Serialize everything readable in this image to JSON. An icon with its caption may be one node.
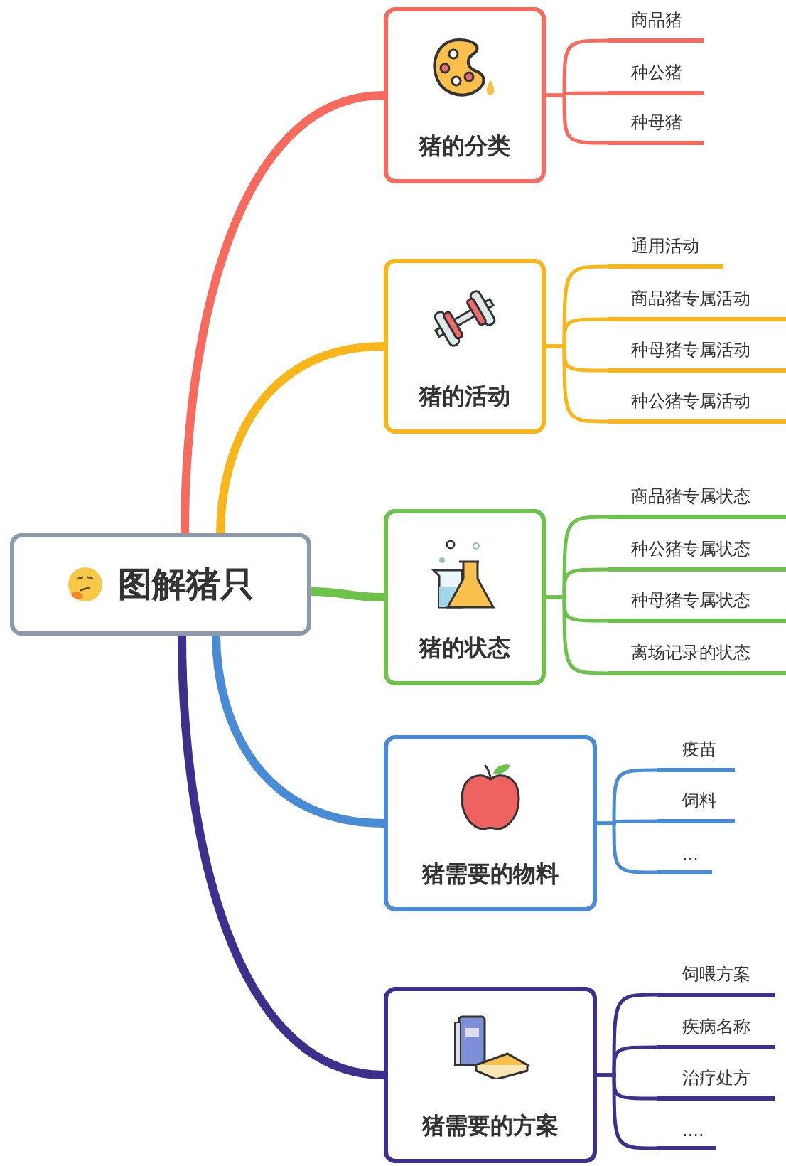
{
  "diagram": {
    "nodes": [
      {
        "text": [
          "图解猪只"
        ]
      },
      {
        "text": [
          "猪的分类"
        ]
      },
      {
        "text": [
          "商品猪"
        ]
      },
      {
        "text": [
          "种公猪"
        ]
      },
      {
        "text": [
          "种母猪"
        ]
      },
      {
        "text": [
          "猪的活动"
        ]
      },
      {
        "text": [
          "通用活动"
        ]
      },
      {
        "text": [
          "商品猪专属活动"
        ]
      },
      {
        "text": [
          "种母猪专属活动"
        ]
      },
      {
        "text": [
          "种公猪专属活动"
        ]
      },
      {
        "text": [
          "猪的状态"
        ]
      },
      {
        "text": [
          "商品猪专属状态"
        ]
      },
      {
        "text": [
          "种公猪专属状态"
        ]
      },
      {
        "text": [
          "种母猪专属状态"
        ]
      },
      {
        "text": [
          "离场记录的状态"
        ]
      },
      {
        "text": [
          "猪需要的物料"
        ]
      },
      {
        "text": [
          "疫苗"
        ]
      },
      {
        "text": [
          "饲料"
        ]
      },
      {
        "text": [
          "..."
        ]
      },
      {
        "text": [
          "猪需要的方案"
        ]
      },
      {
        "text": [
          "饲喂方案"
        ]
      },
      {
        "text": [
          "疾病名称"
        ]
      },
      {
        "text": [
          "治疗处方"
        ]
      },
      {
        "text": [
          "...."
        ]
      }
    ],
    "edges": [
      {
        "from": 0,
        "to": 1,
        "arrow": "none",
        "style": "thick",
        "color": "#f76b5e"
      },
      {
        "from": 1,
        "to": 2,
        "arrow": "none",
        "color": "#f76b5e"
      },
      {
        "from": 1,
        "to": 3,
        "arrow": "none",
        "color": "#f76b5e"
      },
      {
        "from": 1,
        "to": 4,
        "arrow": "none",
        "color": "#f76b5e"
      },
      {
        "from": 0,
        "to": 5,
        "arrow": "none",
        "style": "thick",
        "color": "#f9b61a"
      },
      {
        "from": 5,
        "to": 6,
        "arrow": "none",
        "color": "#f9b61a"
      },
      {
        "from": 5,
        "to": 7,
        "arrow": "none",
        "color": "#f9b61a"
      },
      {
        "from": 5,
        "to": 8,
        "arrow": "none",
        "color": "#f9b61a"
      },
      {
        "from": 5,
        "to": 9,
        "arrow": "none",
        "color": "#f9b61a"
      },
      {
        "from": 0,
        "to": 10,
        "arrow": "none",
        "style": "thick",
        "color": "#6cc24a"
      },
      {
        "from": 10,
        "to": 11,
        "arrow": "none",
        "color": "#6cc24a"
      },
      {
        "from": 10,
        "to": 12,
        "arrow": "none",
        "color": "#6cc24a"
      },
      {
        "from": 10,
        "to": 13,
        "arrow": "none",
        "color": "#6cc24a"
      },
      {
        "from": 10,
        "to": 14,
        "arrow": "none",
        "color": "#6cc24a"
      },
      {
        "from": 0,
        "to": 15,
        "arrow": "none",
        "style": "thick",
        "color": "#4a8bd6"
      },
      {
        "from": 15,
        "to": 16,
        "arrow": "none",
        "color": "#4a8bd6"
      },
      {
        "from": 15,
        "to": 17,
        "arrow": "none",
        "color": "#4a8bd6"
      },
      {
        "from": 15,
        "to": 18,
        "arrow": "none",
        "color": "#4a8bd6"
      },
      {
        "from": 0,
        "to": 19,
        "arrow": "none",
        "style": "thick",
        "color": "#3e2f8c"
      },
      {
        "from": 19,
        "to": 20,
        "arrow": "none",
        "color": "#3e2f8c"
      },
      {
        "from": 19,
        "to": 21,
        "arrow": "none",
        "color": "#3e2f8c"
      },
      {
        "from": 19,
        "to": 22,
        "arrow": "none",
        "color": "#3e2f8c"
      },
      {
        "from": 19,
        "to": 23,
        "arrow": "none",
        "color": "#3e2f8c"
      }
    ]
  }
}
